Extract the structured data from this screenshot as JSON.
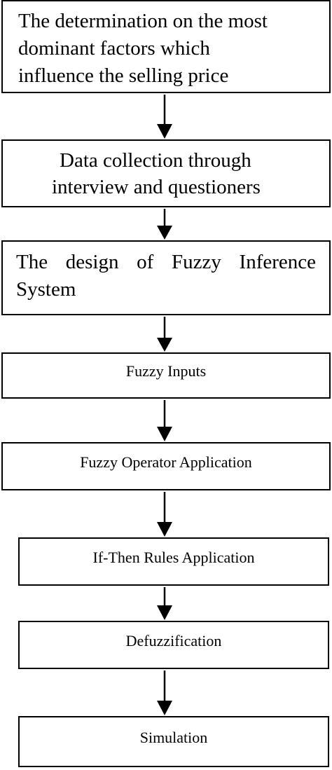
{
  "flowchart": {
    "steps": [
      {
        "lines": [
          "The determination on the most",
          "dominant factors which",
          "influence the selling price"
        ]
      },
      {
        "lines": [
          "Data collection through",
          "interview and questioners"
        ]
      },
      {
        "lines": [
          "The design of Fuzzy Inference",
          "System"
        ]
      },
      {
        "lines": [
          "Fuzzy Inputs"
        ]
      },
      {
        "lines": [
          "Fuzzy Operator Application"
        ]
      },
      {
        "lines": [
          "If-Then Rules Application"
        ]
      },
      {
        "lines": [
          "Defuzzification"
        ]
      },
      {
        "lines": [
          "Simulation"
        ]
      }
    ],
    "colors": {
      "stroke": "#000000",
      "background": "#ffffff",
      "text": "#000000"
    }
  }
}
